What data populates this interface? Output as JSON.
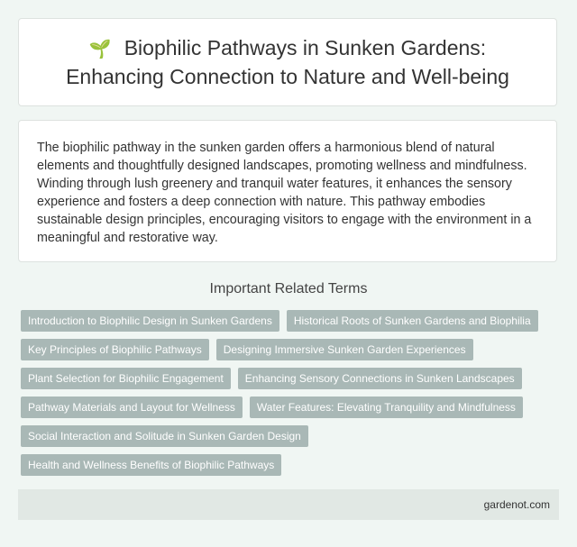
{
  "header": {
    "icon": "seedling-icon",
    "icon_glyph": "🌱",
    "title_line1": "Biophilic Pathways in Sunken Gardens:",
    "title_line2": "Enhancing Connection to Nature and Well-being"
  },
  "description": "The biophilic pathway in the sunken garden offers a harmonious blend of natural elements and thoughtfully designed landscapes, promoting wellness and mindfulness. Winding through lush greenery and tranquil water features, it enhances the sensory experience and fosters a deep connection with nature. This pathway embodies sustainable design principles, encouraging visitors to engage with the environment in a meaningful and restorative way.",
  "related": {
    "heading": "Important Related Terms",
    "terms": [
      "Introduction to Biophilic Design in Sunken Gardens",
      "Historical Roots of Sunken Gardens and Biophilia",
      "Key Principles of Biophilic Pathways",
      "Designing Immersive Sunken Garden Experiences",
      "Plant Selection for Biophilic Engagement",
      "Enhancing Sensory Connections in Sunken Landscapes",
      "Pathway Materials and Layout for Wellness",
      "Water Features: Elevating Tranquility and Mindfulness",
      "Social Interaction and Solitude in Sunken Garden Design",
      "Health and Wellness Benefits of Biophilic Pathways"
    ]
  },
  "footer": {
    "site": "gardenot.com"
  },
  "colors": {
    "background": "#f0f6f3",
    "tag": "#a9b8b6",
    "footer": "#e1e8e4"
  }
}
